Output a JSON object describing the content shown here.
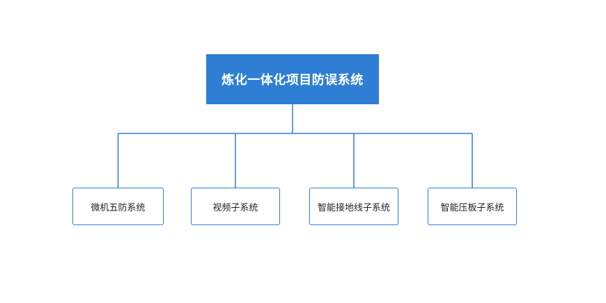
{
  "diagram": {
    "type": "org-tree",
    "orientation": "top-down",
    "colors": {
      "root_fill": "#2e7fd4",
      "root_text": "#ffffff",
      "child_border": "#2e7fd4",
      "child_fill": "#ffffff",
      "child_text": "#222222",
      "connector": "#2e7fd4",
      "background": "#ffffff"
    },
    "root": {
      "label": "炼化一体化项目防误系统"
    },
    "children": [
      {
        "label": "微机五防系统"
      },
      {
        "label": "视频子系统"
      },
      {
        "label": "智能接地线子系统"
      },
      {
        "label": "智能压板子系统"
      }
    ]
  }
}
